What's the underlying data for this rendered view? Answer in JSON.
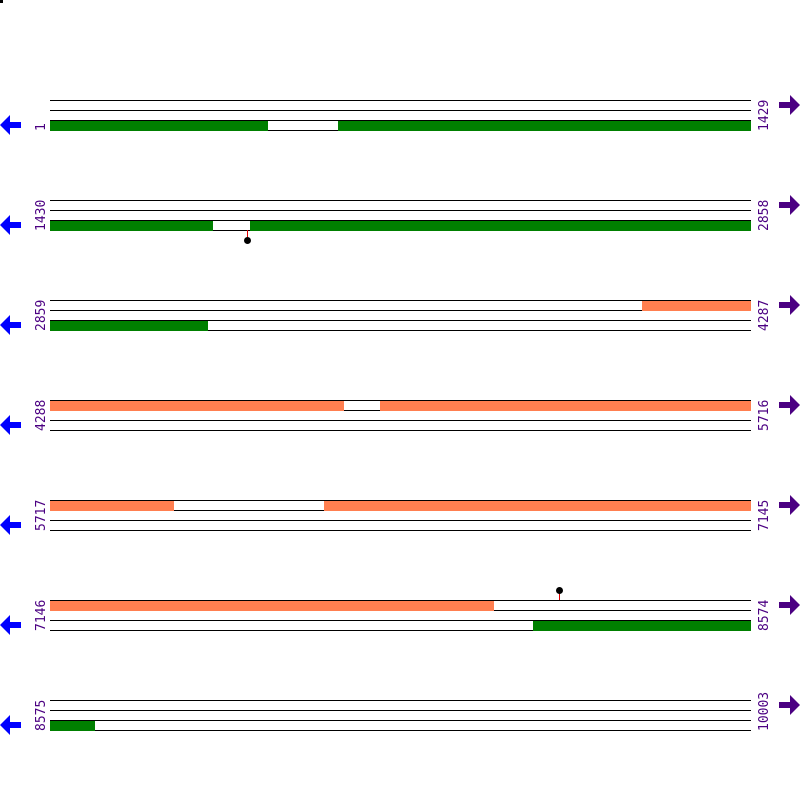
{
  "colors": {
    "forward_feature": "#ff7f50",
    "reverse_feature": "#008000",
    "label": "#4b0082",
    "reverse_arrow": "#0000ff",
    "forward_arrow": "#4b0082",
    "marker_stem": "#e00000",
    "marker_head": "#000000"
  },
  "icons": {
    "reverse_strand": "arrow-left-icon",
    "forward_strand": "arrow-right-icon"
  },
  "rows": [
    {
      "start": "1",
      "end": "1429"
    },
    {
      "start": "1430",
      "end": "2858"
    },
    {
      "start": "2859",
      "end": "4287"
    },
    {
      "start": "4288",
      "end": "5716"
    },
    {
      "start": "5717",
      "end": "7145"
    },
    {
      "start": "7146",
      "end": "8574"
    },
    {
      "start": "8575",
      "end": "10003"
    }
  ]
}
